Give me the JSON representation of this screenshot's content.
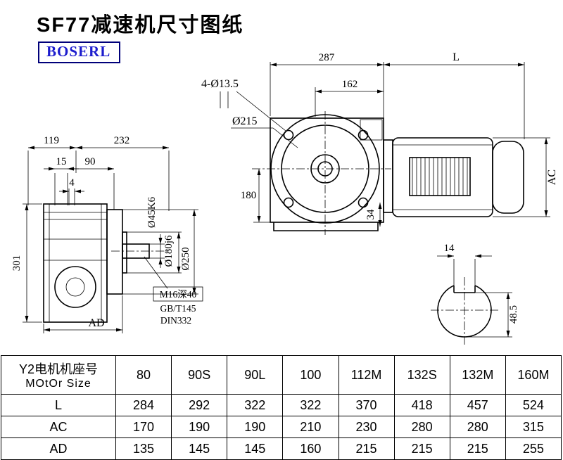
{
  "page": {
    "title": "SF77减速机尺寸图纸",
    "logo": "BOSERL"
  },
  "drawing": {
    "front": {
      "overall_width": "287",
      "motor_length": "L",
      "center_to_flange": "162",
      "bolt_holes": "4-Ø13.5",
      "flange_dia": "Ø215",
      "axis_height": "180",
      "base_height": "34",
      "motor_dia": "AC"
    },
    "side": {
      "depth_front": "119",
      "depth_rear": "232",
      "dim_15": "15",
      "dim_90": "90",
      "dim_4": "4",
      "height": "301",
      "dim_AD": "AD",
      "shaft_dia": "Ø45K6",
      "spigot_dia": "Ø180j6",
      "flange_od": "Ø250",
      "tap_note": "M16深40",
      "std_note": "GB/T145",
      "din_note": "DIN332"
    },
    "shaft": {
      "key_width": "14",
      "across_flat": "48.5"
    }
  },
  "table": {
    "header": {
      "line1": "Y2电机机座号",
      "line2": "MOtOr Size",
      "sizes": [
        "80",
        "90S",
        "90L",
        "100",
        "112M",
        "132S",
        "132M",
        "160M"
      ]
    },
    "rows": [
      {
        "label": "L",
        "values": [
          "284",
          "292",
          "322",
          "322",
          "370",
          "418",
          "457",
          "524"
        ]
      },
      {
        "label": "AC",
        "values": [
          "170",
          "190",
          "190",
          "210",
          "230",
          "280",
          "280",
          "315"
        ]
      },
      {
        "label": "AD",
        "values": [
          "135",
          "145",
          "145",
          "160",
          "215",
          "215",
          "215",
          "255"
        ]
      }
    ]
  }
}
